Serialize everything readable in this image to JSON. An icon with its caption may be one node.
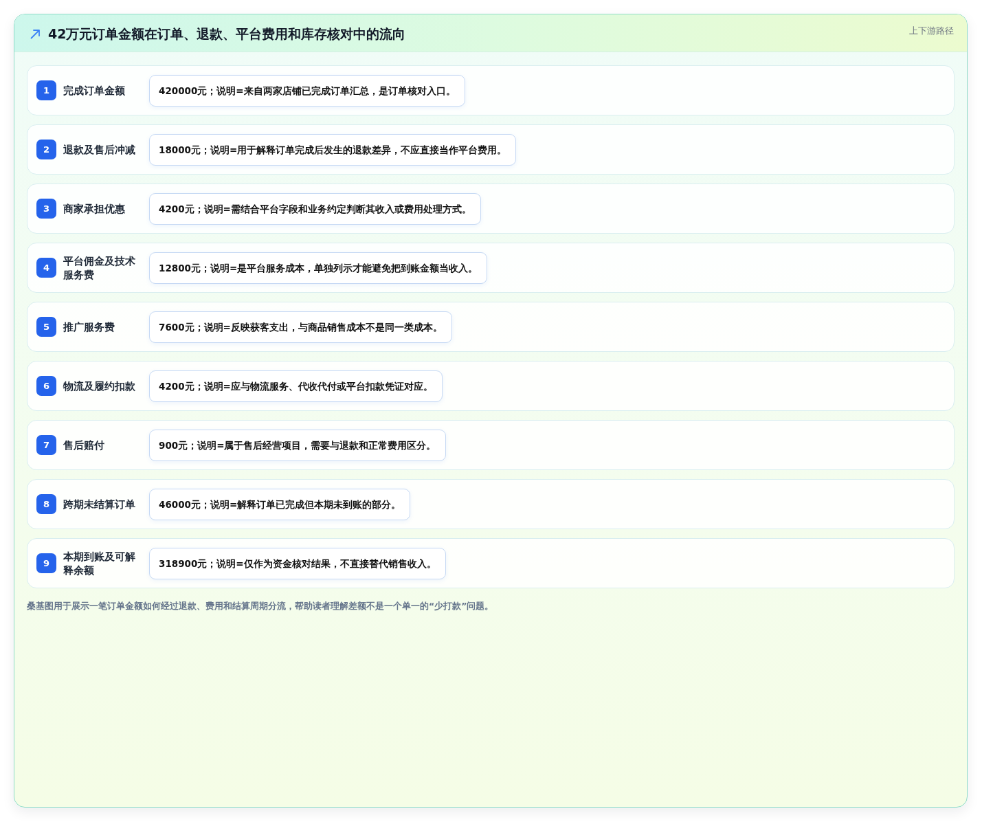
{
  "diagram": {
    "title": "42万元订单金额在订单、退款、平台费用和库存核对中的流向",
    "caption": "桑基图用于展示一笔订单金额如何经过退款、费用和结算周期分流，帮助读者理解差额不是一个单一的“少打款”问题。",
    "labels": [
      "上下游路径"
    ],
    "nodes": [
      {
        "text": [
          "完成订单金额"
        ]
      },
      {
        "text": [
          "1"
        ],
        "in": 0
      },
      {
        "text": [
          "420000元；说明=来自两家店铺已完成订单汇总，是订单核对入口。"
        ],
        "in": 0
      },
      {
        "text": [
          "退款及售后冲减"
        ]
      },
      {
        "text": [
          "2"
        ],
        "in": 3
      },
      {
        "text": [
          "18000元；说明=用于解释订单完成后发生的退款差异，不应直接当作平台费用。"
        ],
        "in": 3
      },
      {
        "text": [
          "商家承担优惠"
        ]
      },
      {
        "text": [
          "3"
        ],
        "in": 6
      },
      {
        "text": [
          "4200元；说明=需结合平台字段和业务约定判断其收入或费用处理方式。"
        ],
        "in": 6
      },
      {
        "text": [
          "平台佣金及技术服务费"
        ]
      },
      {
        "text": [
          "4"
        ],
        "in": 9
      },
      {
        "text": [
          "12800元；说明=是平台服务成本，单独列示才能避免把到账金额当收入。"
        ],
        "in": 9
      },
      {
        "text": [
          "推广服务费"
        ]
      },
      {
        "text": [
          "5"
        ],
        "in": 12
      },
      {
        "text": [
          "7600元；说明=反映获客支出，与商品销售成本不是同一类成本。"
        ],
        "in": 12
      },
      {
        "text": [
          "物流及履约扣款"
        ]
      },
      {
        "text": [
          "6"
        ],
        "in": 15
      },
      {
        "text": [
          "4200元；说明=应与物流服务、代收代付或平台扣款凭证对应。"
        ],
        "in": 15
      },
      {
        "text": [
          "售后赔付"
        ]
      },
      {
        "text": [
          "7"
        ],
        "in": 18
      },
      {
        "text": [
          "900元；说明=属于售后经营项目，需要与退款和正常费用区分。"
        ],
        "in": 18
      },
      {
        "text": [
          "跨期未结算订单"
        ]
      },
      {
        "text": [
          "8"
        ],
        "in": 21
      },
      {
        "text": [
          "46000元；说明=解释订单已完成但本期未到账的部分。"
        ],
        "in": 21
      },
      {
        "text": [
          "本期到账及可解释余额"
        ]
      },
      {
        "text": [
          "9"
        ],
        "in": 24
      },
      {
        "text": [
          "318900元；说明=仅作为资金核对结果，不直接替代销售收入。"
        ],
        "in": 24
      }
    ]
  }
}
